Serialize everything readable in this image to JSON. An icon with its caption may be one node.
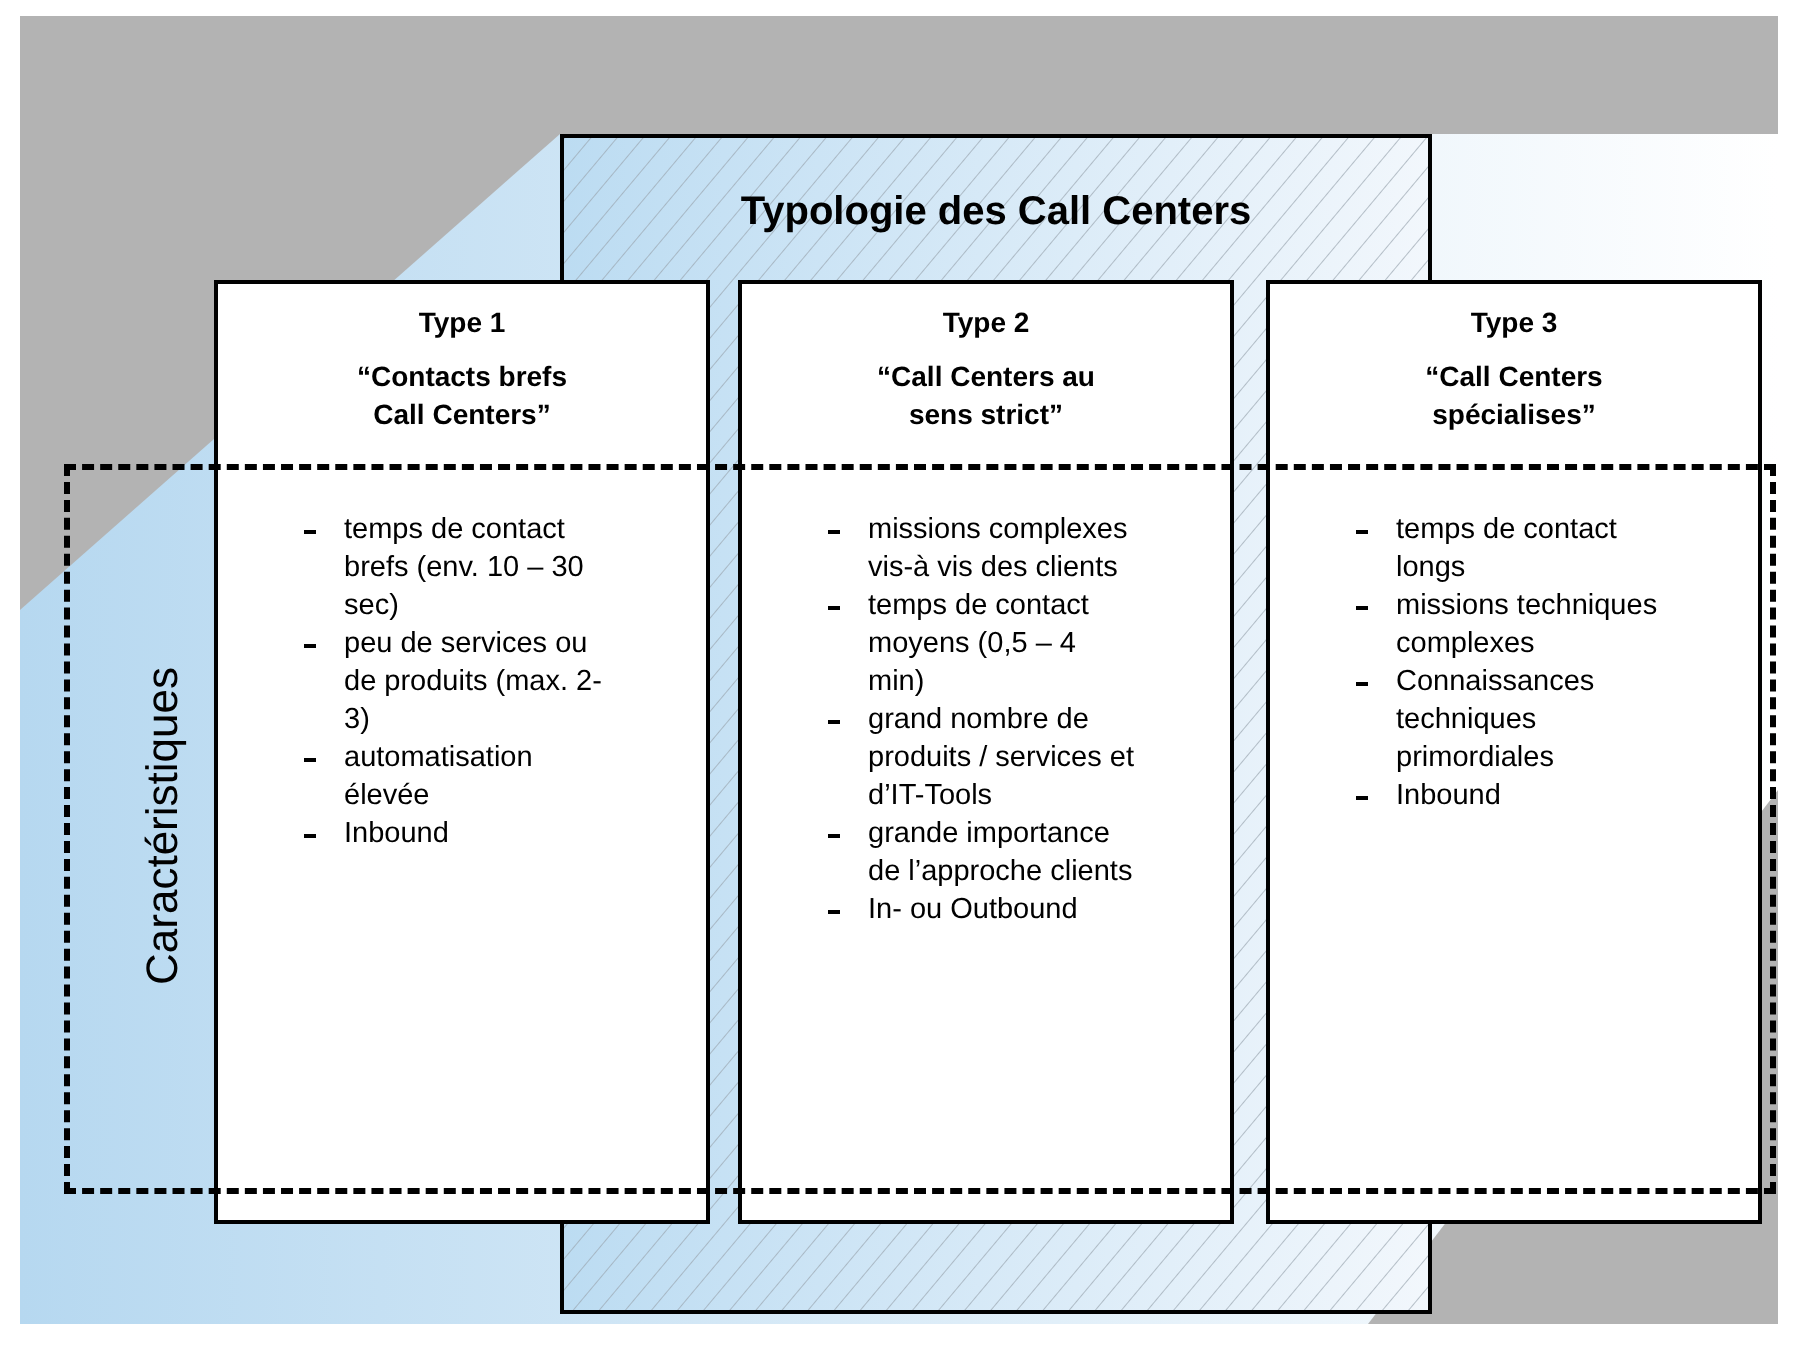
{
  "diagram": {
    "nodes": [
      {
        "text": [
          "Typologie des Call Centers"
        ]
      },
      {
        "text": [
          "Type 1",
          "“Contacts brefs Call Centers”",
          "temps de contact brefs (env. 10 – 30 sec)",
          "peu de services ou de produits (max. 2-3)",
          "automatisation élevée",
          "Inbound"
        ]
      },
      {
        "text": [
          "Type 2",
          "“Call Centers au sens strict”",
          "missions complexes vis-à vis des clients",
          "temps de contact moyens (0,5 – 4 min)",
          "grand nombre de produits / services et d’IT-Tools",
          "grande importance de l’approche clients",
          "In- ou Outbound"
        ],
        "in": 0
      },
      {
        "text": [
          "Type 3",
          "“Call Centers spécialises”",
          "temps de contact longs",
          "missions techniques complexes",
          "Connaissances techniques primordiales",
          "Inbound"
        ]
      },
      {
        "text": [
          "Caractéristiques"
        ]
      }
    ]
  }
}
